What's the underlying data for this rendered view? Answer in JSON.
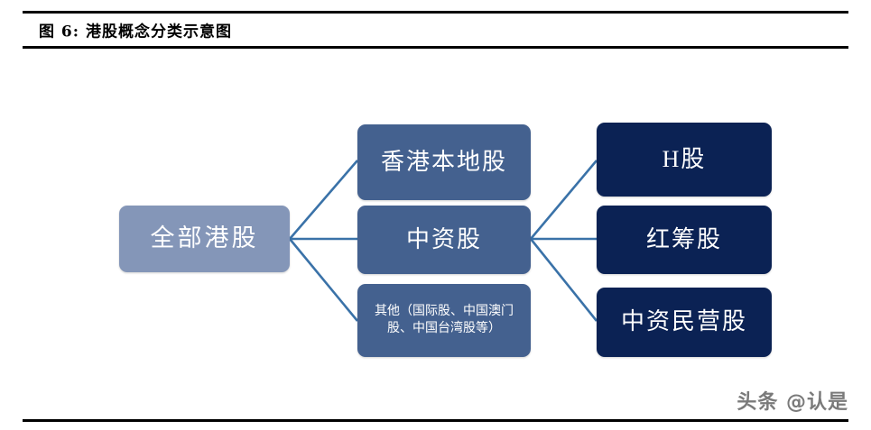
{
  "figure": {
    "caption": "图 6:  港股概念分类示意图"
  },
  "diagram": {
    "root": {
      "label": "全部港股",
      "color": "#8496b8"
    },
    "level2": [
      {
        "label": "香港本地股",
        "color": "#44618f"
      },
      {
        "label": "中资股",
        "color": "#44618f"
      },
      {
        "label": "其他（国际股、中国澳门股、中国台湾股等）",
        "color": "#44618f"
      }
    ],
    "level3": [
      {
        "label": "H股",
        "color": "#0b2254"
      },
      {
        "label": "红筹股",
        "color": "#0b2254"
      },
      {
        "label": "中资民营股",
        "color": "#0b2254"
      }
    ],
    "connector_color": "#3a72a8"
  },
  "watermark": {
    "text": "头条 @认是"
  }
}
